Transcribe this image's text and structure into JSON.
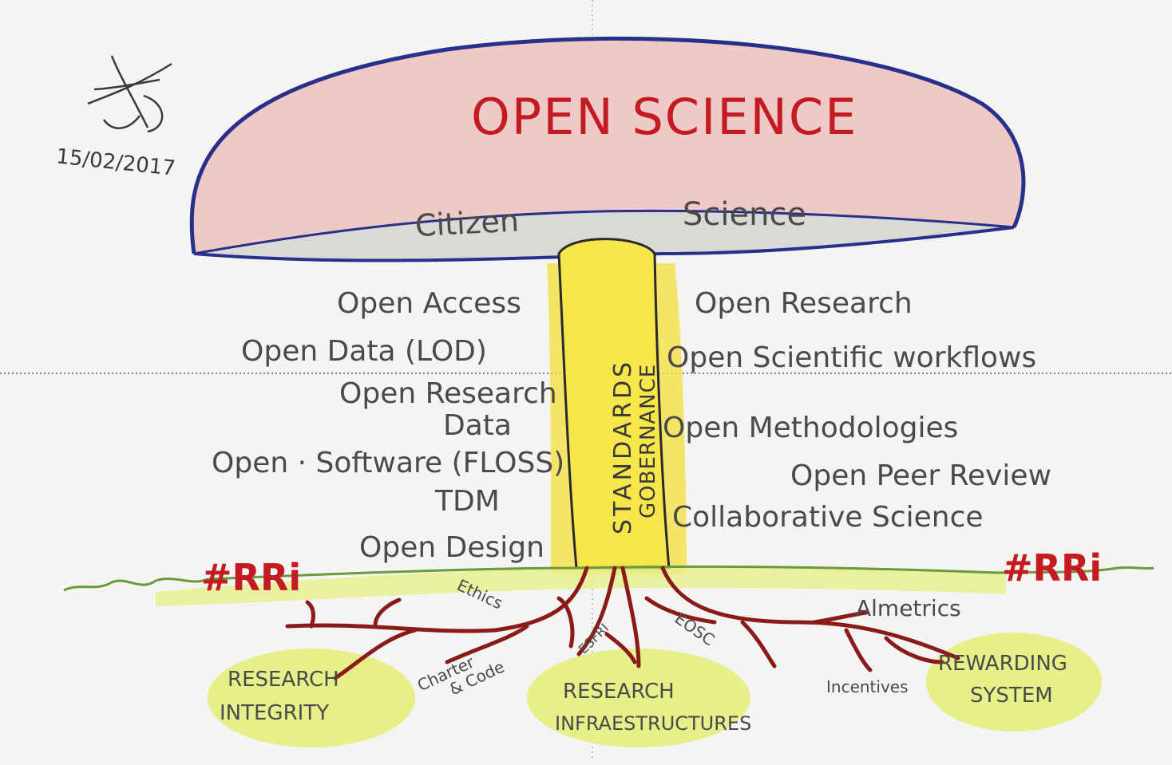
{
  "colors": {
    "paper": "#f4f4f2",
    "cap_fill": "#efc9c6",
    "cap_outline": "#27308a",
    "gills": "#d9d9d6",
    "stem_yellow": "#f4e03a",
    "highlight_green": "#e6ef88",
    "roots": "#8b1a1a",
    "ground": "#6a9a3c",
    "title_red": "#c41b22"
  },
  "diagram": {
    "title": "OPEN SCIENCE",
    "date": "15/02/2017",
    "cap_underside": {
      "left": "Citizen",
      "right": "Science"
    },
    "stem_labels": {
      "primary": "STANDARDS",
      "secondary": "GOBERNANCE"
    },
    "left_items": [
      "Open Access",
      "Open Data (LOD)",
      "Open Research",
      "Data",
      "Open · Software (FLOSS)",
      "TDM",
      "Open Design"
    ],
    "right_items": [
      "Open Research",
      "Open Scientific workflows",
      "Open Methodologies",
      "Open Peer Review",
      "Collaborative Science"
    ],
    "hashtags": {
      "left": "#RRi",
      "right": "#RRi"
    },
    "root_labels": {
      "ethics": "Ethics",
      "charter": "Charter",
      "code": "& Code",
      "esfri": "ESFRI",
      "eosc": "EOSC",
      "altmetrics": "Almetrics",
      "incentives": "Incentives"
    },
    "pillars": {
      "research_integrity": [
        "RESEARCH",
        "INTEGRITY"
      ],
      "research_infrastructures": [
        "RESEARCH",
        "INFRAESTRUCTURES"
      ],
      "rewarding_system": [
        "REWARDING",
        "SYSTEM"
      ]
    }
  }
}
